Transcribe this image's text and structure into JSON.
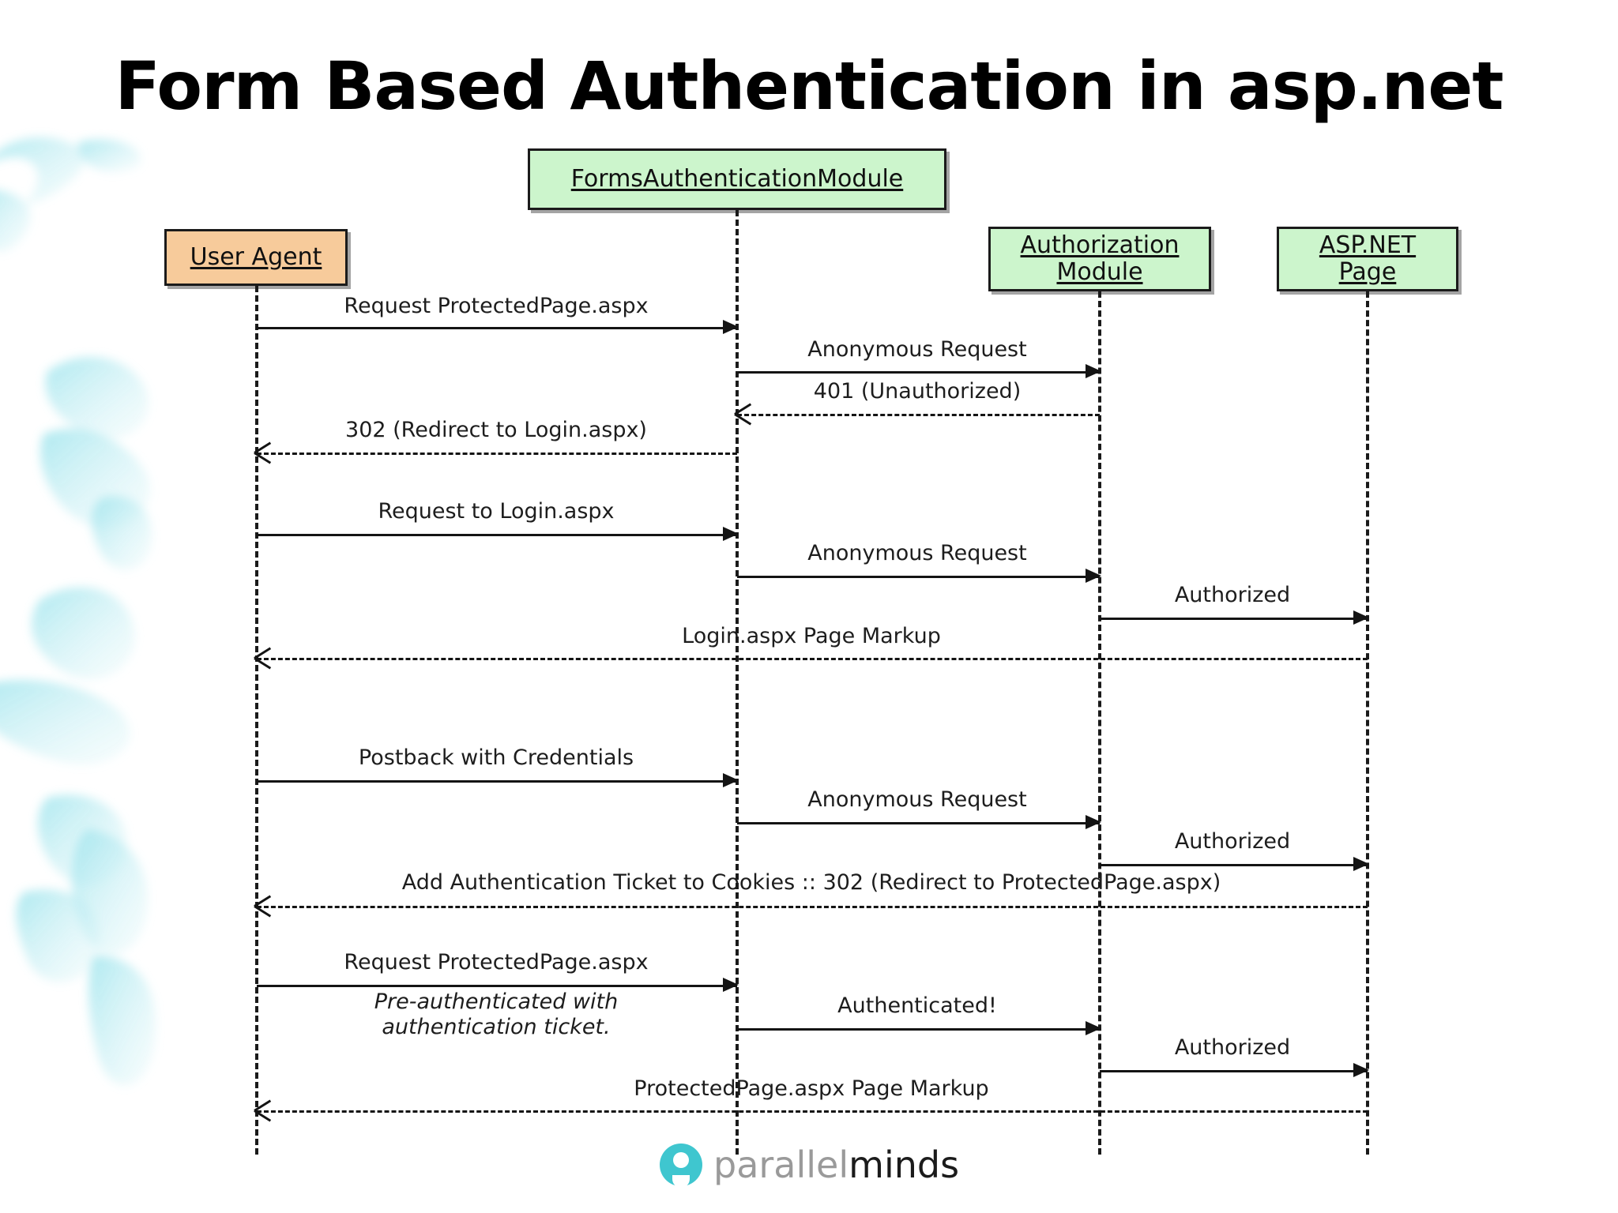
{
  "title": "Form Based Authentication in asp.net",
  "colors": {
    "participant_green": "#ccf5cc",
    "participant_orange": "#f7cb9b",
    "line": "#141414",
    "logo_teal": "#3fc6cf",
    "watermark_teal": "#a9e6ee"
  },
  "participants": [
    {
      "id": "user-agent",
      "label": "User Agent",
      "style": "orange"
    },
    {
      "id": "forms-authentication-module",
      "label": "FormsAuthenticationModule",
      "style": "green"
    },
    {
      "id": "authorization-module",
      "label_line1": "Authorization",
      "label_line2": "Module",
      "style": "green"
    },
    {
      "id": "aspnet-page",
      "label_line1": "ASP.NET",
      "label_line2": "Page",
      "style": "green"
    }
  ],
  "messages": [
    {
      "id": 1,
      "label": "Request ProtectedPage.aspx",
      "from": "user-agent",
      "to": "forms-authentication-module",
      "kind": "solid",
      "direction": "right"
    },
    {
      "id": 2,
      "label": "Anonymous Request",
      "from": "forms-authentication-module",
      "to": "authorization-module",
      "kind": "solid",
      "direction": "right"
    },
    {
      "id": 3,
      "label": "401 (Unauthorized)",
      "from": "authorization-module",
      "to": "forms-authentication-module",
      "kind": "dashed",
      "direction": "left"
    },
    {
      "id": 4,
      "label": "302 (Redirect to Login.aspx)",
      "from": "forms-authentication-module",
      "to": "user-agent",
      "kind": "dashed",
      "direction": "left"
    },
    {
      "id": 5,
      "label": "Request to Login.aspx",
      "from": "user-agent",
      "to": "forms-authentication-module",
      "kind": "solid",
      "direction": "right"
    },
    {
      "id": 6,
      "label": "Anonymous Request",
      "from": "forms-authentication-module",
      "to": "authorization-module",
      "kind": "solid",
      "direction": "right"
    },
    {
      "id": 7,
      "label": "Authorized",
      "from": "authorization-module",
      "to": "aspnet-page",
      "kind": "solid",
      "direction": "right"
    },
    {
      "id": 8,
      "label": "Login.aspx Page Markup",
      "from": "aspnet-page",
      "to": "user-agent",
      "kind": "dashed",
      "direction": "left"
    },
    {
      "id": 9,
      "label": "Postback with Credentials",
      "from": "user-agent",
      "to": "forms-authentication-module",
      "kind": "solid",
      "direction": "right"
    },
    {
      "id": 10,
      "label": "Anonymous Request",
      "from": "forms-authentication-module",
      "to": "authorization-module",
      "kind": "solid",
      "direction": "right"
    },
    {
      "id": 11,
      "label": "Authorized",
      "from": "authorization-module",
      "to": "aspnet-page",
      "kind": "solid",
      "direction": "right"
    },
    {
      "id": 12,
      "label": "Add Authentication Ticket to Cookies :: 302 (Redirect to ProtectedPage.aspx)",
      "from": "aspnet-page",
      "to": "user-agent",
      "kind": "dashed",
      "direction": "left"
    },
    {
      "id": 13,
      "label": "Request ProtectedPage.aspx",
      "from": "user-agent",
      "to": "forms-authentication-module",
      "kind": "solid",
      "direction": "right"
    },
    {
      "id": 14,
      "label": "Pre-authenticated with\nauthentication ticket.",
      "from": "user-agent",
      "to": "forms-authentication-module",
      "kind": "note",
      "direction": "none",
      "italic": true
    },
    {
      "id": 15,
      "label": "Authenticated!",
      "from": "forms-authentication-module",
      "to": "authorization-module",
      "kind": "solid",
      "direction": "right"
    },
    {
      "id": 16,
      "label": "Authorized",
      "from": "authorization-module",
      "to": "aspnet-page",
      "kind": "solid",
      "direction": "right"
    },
    {
      "id": 17,
      "label": "ProtectedPage.aspx Page Markup",
      "from": "aspnet-page",
      "to": "user-agent",
      "kind": "dashed",
      "direction": "left"
    }
  ],
  "logo": {
    "word_primary": "parallel",
    "word_secondary": "minds",
    "icon": "parallelminds-mark"
  }
}
